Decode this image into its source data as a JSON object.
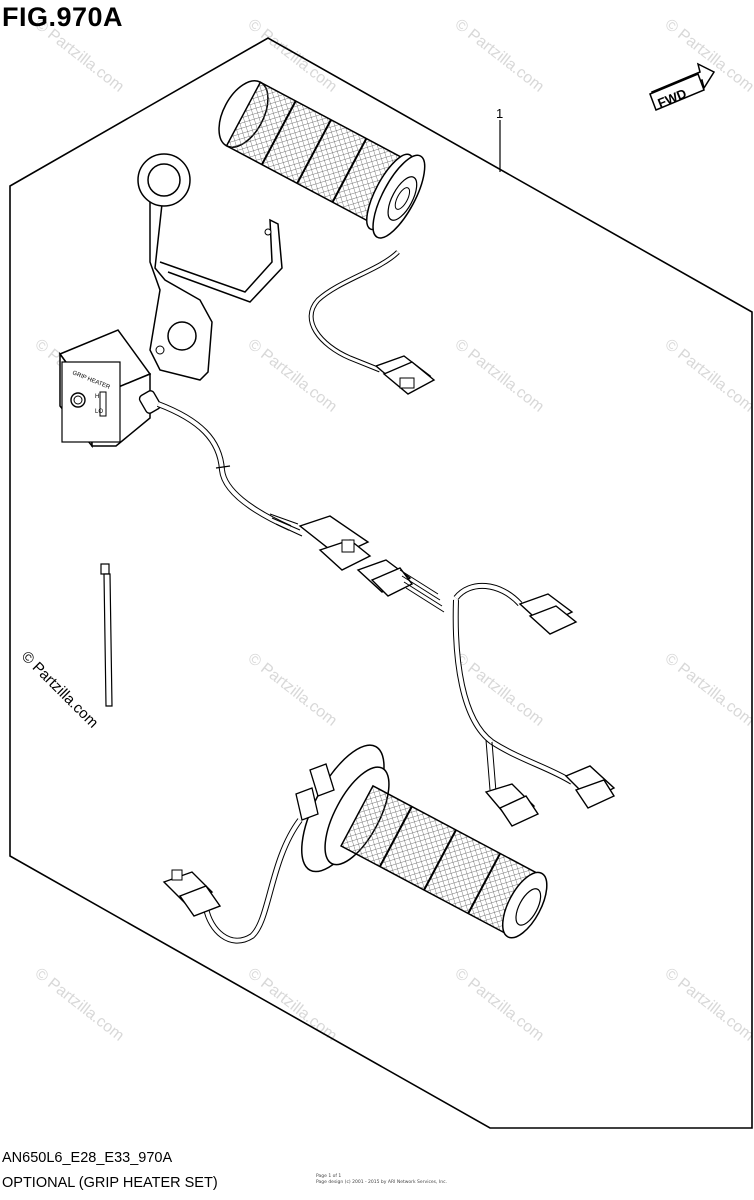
{
  "figure": {
    "title": "FIG.970A",
    "code": "AN650L6_E28_E33_970A",
    "caption": "OPTIONAL (GRIP HEATER SET)"
  },
  "callouts": [
    {
      "label": "1"
    }
  ],
  "fwd_label": "FWD",
  "switch_labels": {
    "name": "GRIP HEATER",
    "hi": "HI",
    "lo": "LO"
  },
  "watermark": "© Partzilla.com",
  "copyright_text": "© Partzilla.com",
  "fine_print": [
    "Page 1 of 1",
    "Page design (c) 2001 - 2015 by ARI Network Services, Inc."
  ],
  "colors": {
    "line": "#000000",
    "mesh": "#555555",
    "watermark": "#d8d8d8"
  }
}
